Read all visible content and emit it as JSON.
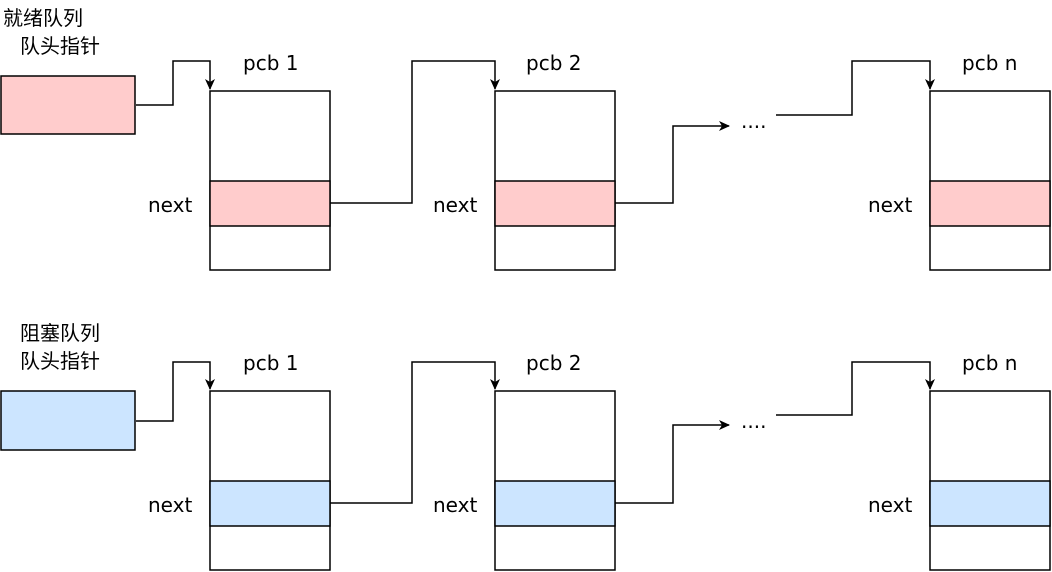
{
  "colors": {
    "ready_fill": "#ffcccc",
    "blocked_fill": "#cce5ff",
    "stroke": "#000000"
  },
  "ready_queue": {
    "label_line1": "就绪队列",
    "label_line2": "队头指针",
    "pcb1_title": "pcb 1",
    "pcb2_title": "pcb 2",
    "pcbn_title": "pcb n",
    "next_label": "next",
    "ellipsis": "...."
  },
  "blocked_queue": {
    "label_line1": "阻塞队列",
    "label_line2": "队头指针",
    "pcb1_title": "pcb 1",
    "pcb2_title": "pcb 2",
    "pcbn_title": "pcb n",
    "next_label": "next",
    "ellipsis": "...."
  }
}
